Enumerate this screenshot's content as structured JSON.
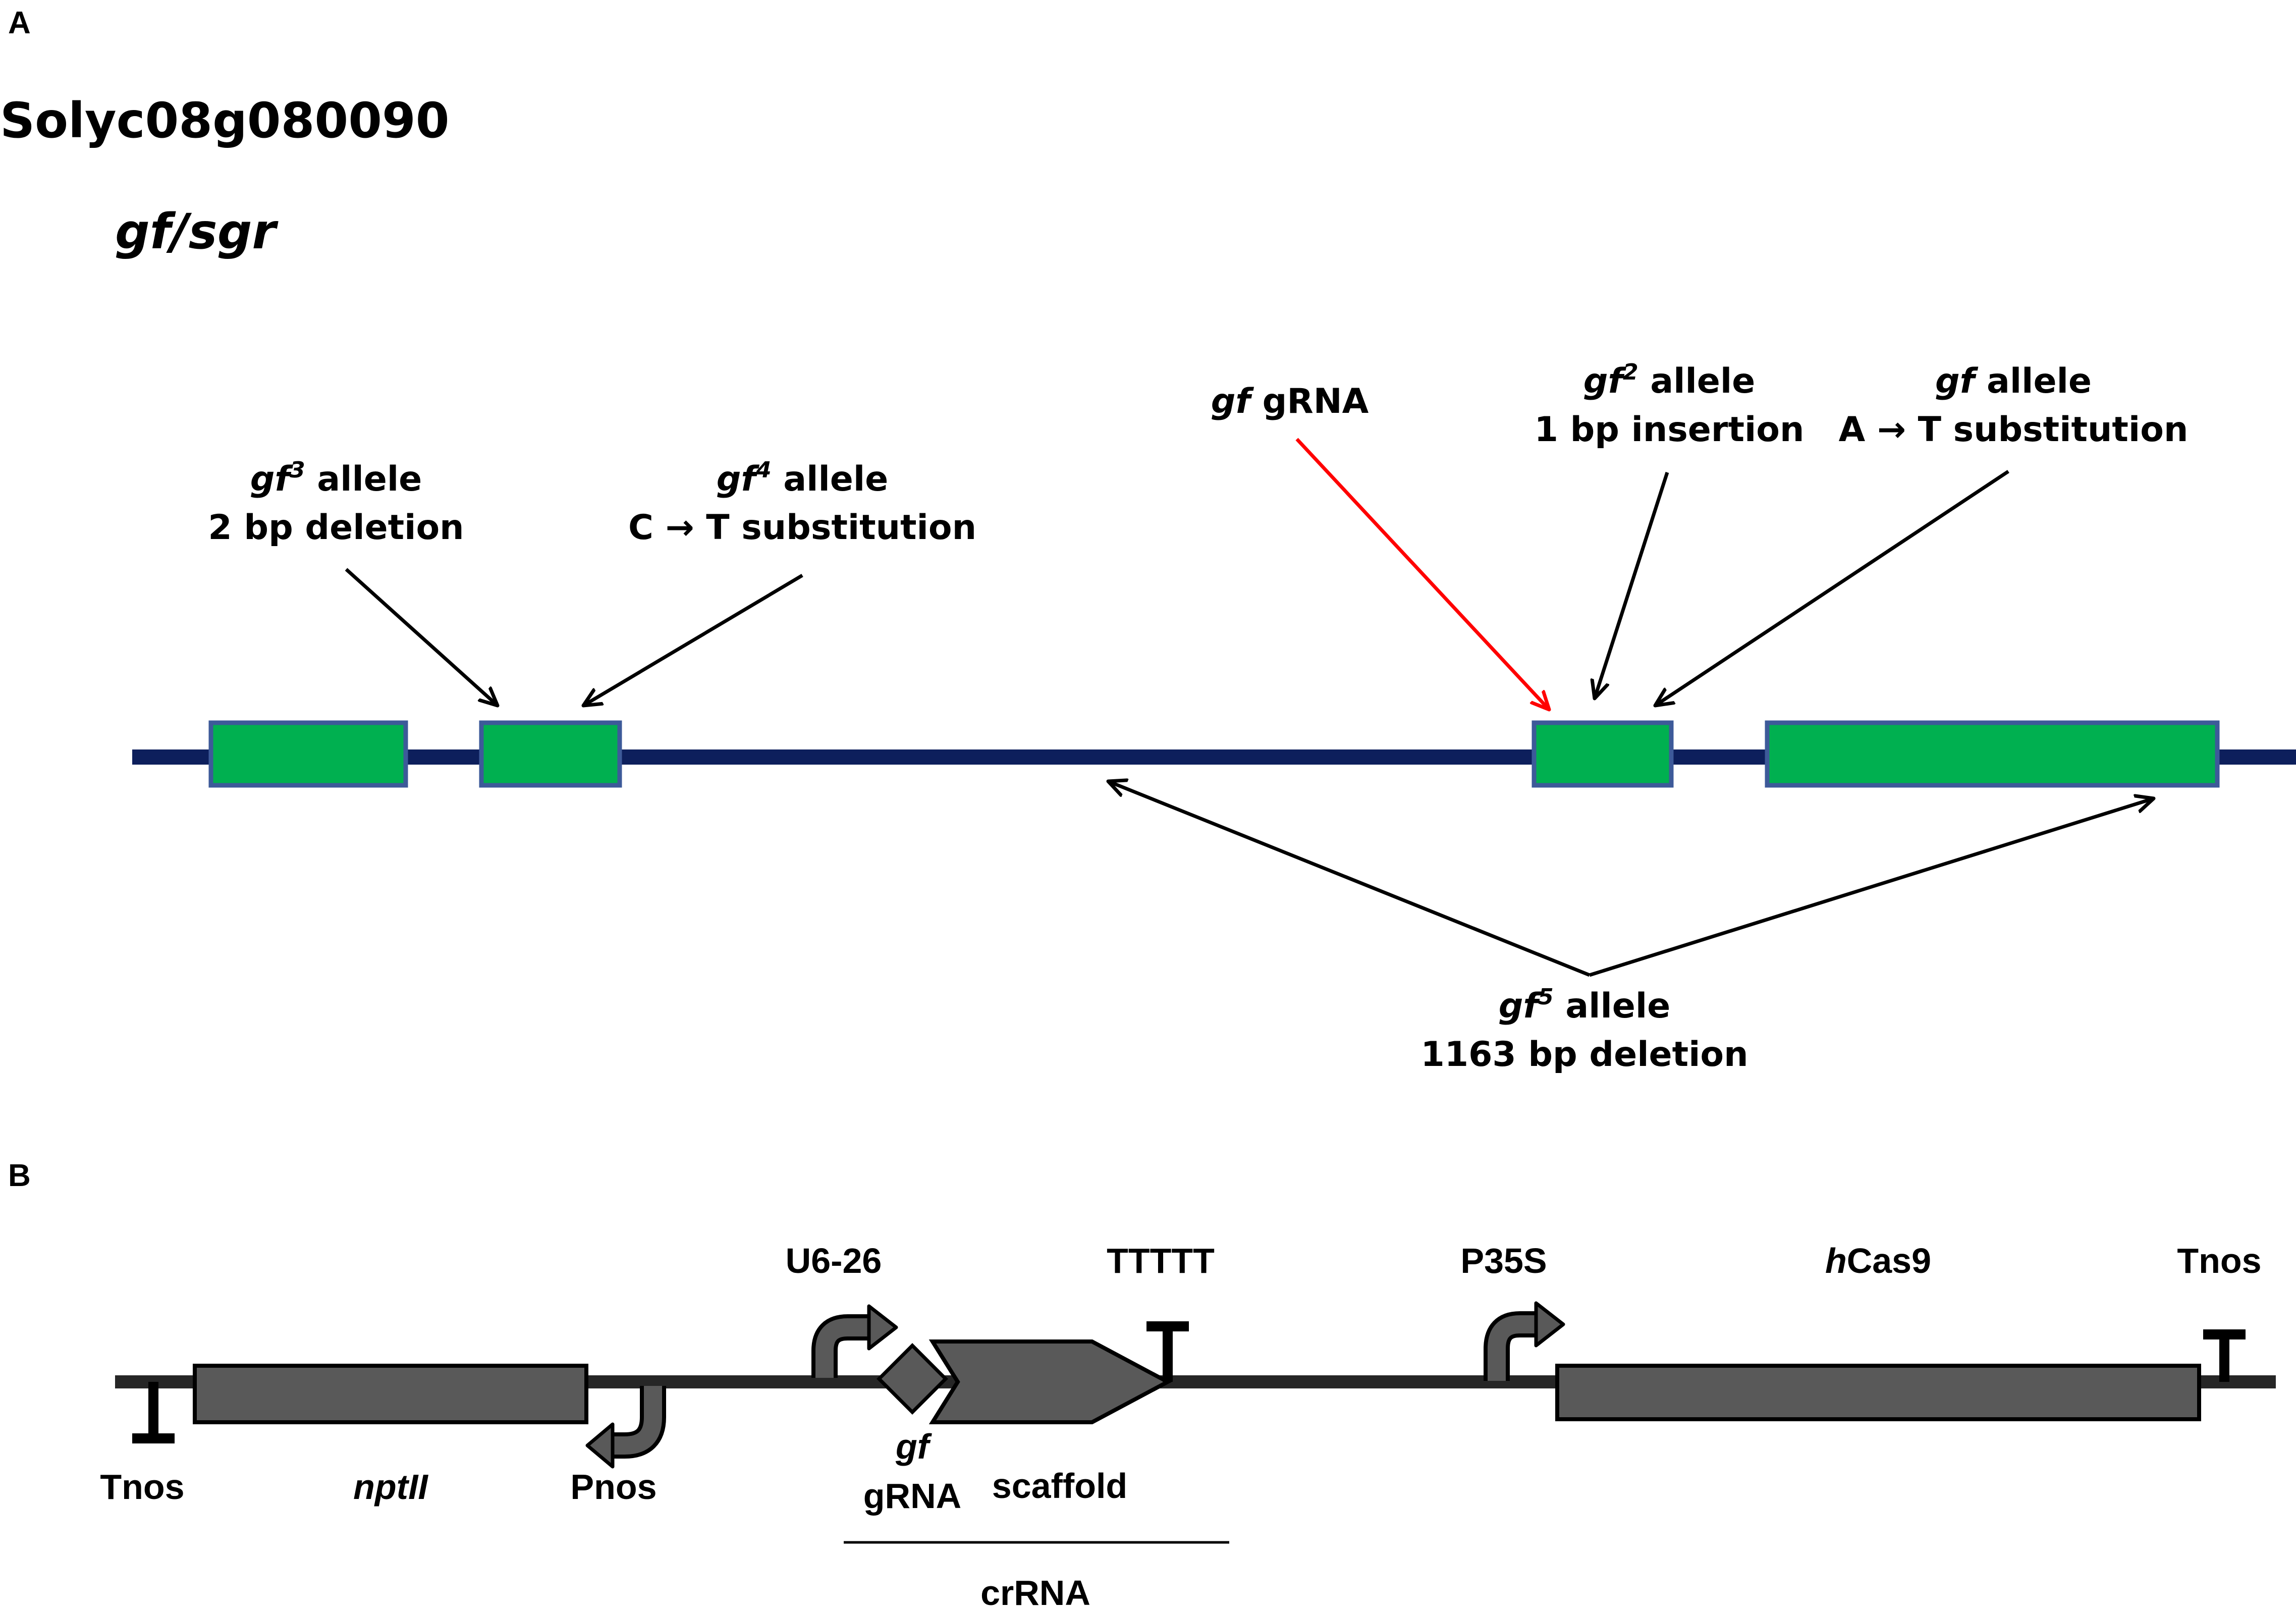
{
  "panel_a": {
    "letter": "A",
    "gene_id": "Solyc08g080090",
    "gene_name": "gf/sgr",
    "colors": {
      "backbone": "#0d1f5c",
      "exon_fill": "#00b050",
      "exon_border": "#3d5a99",
      "grna_arrow": "#ff0000"
    },
    "gf3": {
      "sym": "gf",
      "sup": "3",
      "suffix": " allele",
      "line2": "2 bp deletion"
    },
    "gf4": {
      "sym": "gf",
      "sup": "4",
      "suffix": " allele",
      "line2": "C → T substitution"
    },
    "grna": {
      "sym": "gf",
      "suffix": " gRNA"
    },
    "gf2": {
      "sym": "gf",
      "sup": "2",
      "suffix": " allele",
      "line2": "1 bp insertion"
    },
    "gf": {
      "sym": "gf",
      "suffix": " allele",
      "line2": "A → T substitution"
    },
    "gf5": {
      "sym": "gf",
      "sup": "5",
      "suffix": " allele",
      "line2": "1163 bp deletion"
    }
  },
  "panel_b": {
    "letter": "B",
    "colors": {
      "element_fill": "#595959",
      "line": "#262626"
    },
    "tnos_left": "Tnos",
    "nptii": "nptII",
    "pnos": "Pnos",
    "u6": "U6-26",
    "grna_sym": "gf",
    "grna_word": "gRNA",
    "scaffold": "scaffold",
    "ttttt": "TTTTT",
    "crrna": "crRNA",
    "p35s": "P35S",
    "cas9_prefix": "h",
    "cas9_rest": "Cas9",
    "tnos_right": "Tnos"
  }
}
